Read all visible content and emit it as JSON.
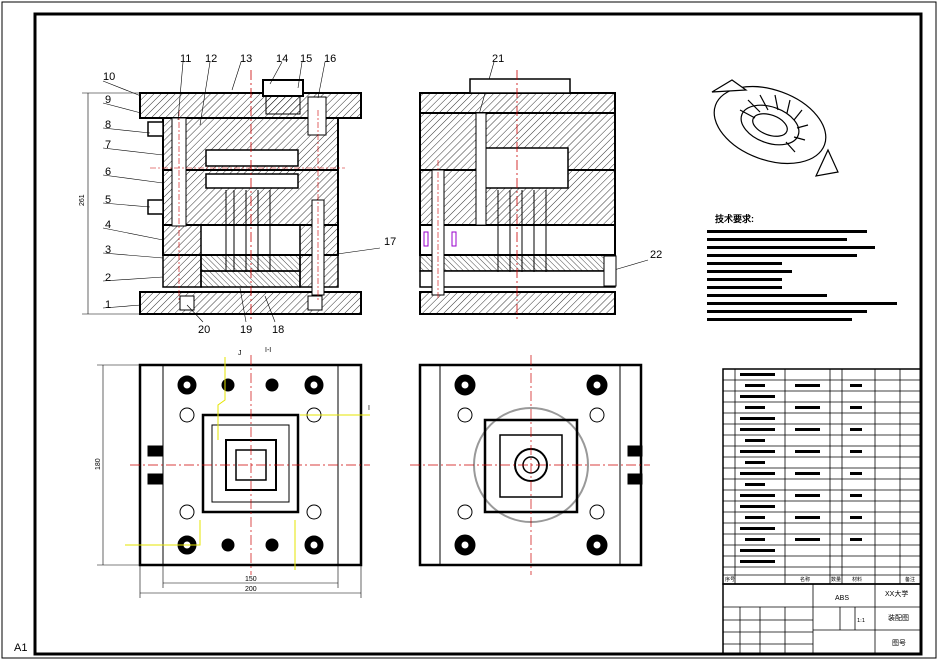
{
  "sheet": {
    "size_label": "A1",
    "section_mark": "I-I"
  },
  "part_labels": [
    "1",
    "2",
    "3",
    "4",
    "5",
    "6",
    "7",
    "8",
    "9",
    "10",
    "11",
    "12",
    "13",
    "14",
    "15",
    "16",
    "17",
    "18",
    "19",
    "20",
    "21",
    "22"
  ],
  "dimensions": {
    "height": "261",
    "width_inner": "150",
    "width_outer": "200",
    "plate_height": "180"
  },
  "section_marks": {
    "j": "J",
    "i": "I"
  },
  "tech": {
    "heading": "技术要求:"
  },
  "title_block": {
    "material": "ABS",
    "school": "XX大学",
    "drawing_name": "装配图",
    "scale": "1:1",
    "sheet": "图号"
  },
  "bom_headers": {
    "no": "序号",
    "name": "名称",
    "qty": "数量",
    "material": "材料",
    "note": "备注"
  },
  "colors": {
    "line": "#000000",
    "center": "#cc0000",
    "section": "#e5e500",
    "purple": "#9900cc"
  }
}
